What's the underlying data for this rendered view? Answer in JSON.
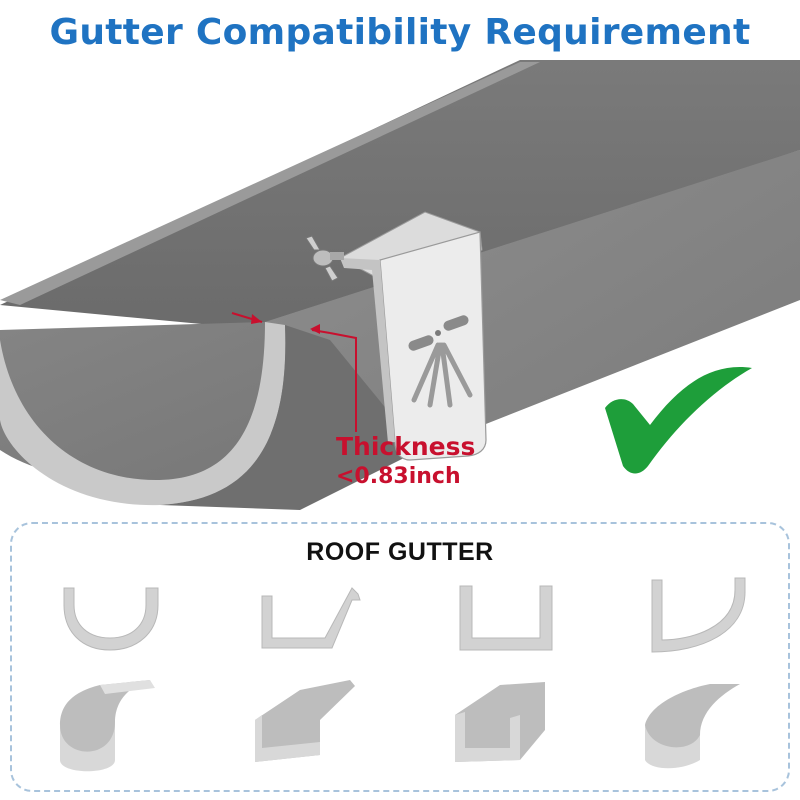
{
  "header": {
    "title": "Gutter Compatibility Requirement"
  },
  "hero": {
    "thickness_label": "Thickness",
    "thickness_value": "<0.83inch",
    "check_icon": "checkmark-icon",
    "colors": {
      "gutter": "#8a8a8a",
      "accent_red": "#c8102e",
      "check_green": "#1e9e3a",
      "title_blue": "#1f73c2"
    }
  },
  "gutter_types": {
    "title": "ROOF GUTTER",
    "items": [
      {
        "name": "half-round",
        "icon": "half-round-gutter-icon"
      },
      {
        "name": "k-style",
        "icon": "k-style-gutter-icon"
      },
      {
        "name": "box",
        "icon": "box-gutter-icon"
      },
      {
        "name": "fascia",
        "icon": "fascia-gutter-icon"
      }
    ]
  }
}
